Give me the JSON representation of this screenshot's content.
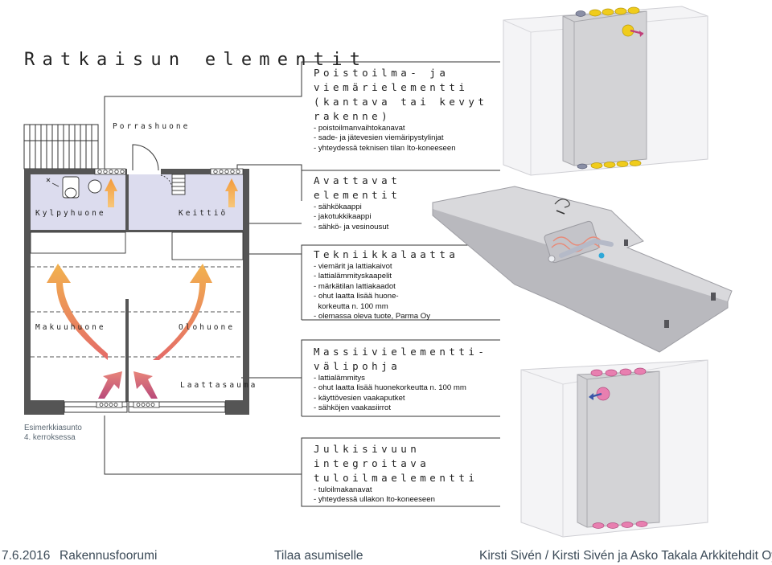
{
  "title": "Ratkaisun elementit",
  "rooms": {
    "stairs": "Porrashuone",
    "bathroom": "Kylpyhuone",
    "kitchen": "Keittiö",
    "bedroom": "Makuuhuone",
    "living": "Olohuone",
    "joint": "Laattasauma"
  },
  "plan_note": {
    "line1": "Esimerkkiasunto",
    "line2": "4. kerroksessa"
  },
  "sections": [
    {
      "heading": [
        "Poistoilma- ja",
        "viemärielementti",
        "(kantava tai kevyt",
        "rakenne)"
      ],
      "bullets": [
        "- poistoilmanvaihtokanavat",
        "- sade- ja jätevesien viemäripystylinjat",
        "- yhteydessä teknisen tilan Ito-koneeseen"
      ]
    },
    {
      "heading": [
        "Avattavat",
        "elementit"
      ],
      "bullets": [
        "- sähkökaappi",
        "- jakotukkikaappi",
        "- sähkö- ja vesinousut"
      ]
    },
    {
      "heading": [
        "Tekniikkalaatta"
      ],
      "bullets": [
        "- viemärit ja lattiakaivot",
        "- lattialämmityskaapelit",
        "- märkätilan lattiakaadot",
        "- ohut laatta lisää huone-",
        "  korkeutta n. 100 mm",
        "- olemassa oleva tuote, Parma Oy"
      ]
    },
    {
      "heading": [
        "Massiivielementti-",
        "välipohja"
      ],
      "bullets": [
        "- lattialämmitys",
        "- ohut laatta lisää huonekorkeutta n. 100 mm",
        "- käyttövesien vaakaputket",
        "- sähköjen vaakasiirrot"
      ]
    },
    {
      "heading": [
        "Julkisivuun",
        "integroitava",
        "tuloilmaelementti"
      ],
      "bullets": [
        "- tuloilmakanavat",
        "- yhteydessä ullakon Ito-koneeseen"
      ]
    }
  ],
  "footer": {
    "date": "7.6.2016",
    "event": "Rakennusfoorumi",
    "topic": "Tilaa asumiselle",
    "authors": "Kirsti Sivén / Kirsti Sivén ja Asko Takala Arkkitehdit Oy"
  },
  "colors": {
    "wet_zone": "#dcdcee",
    "arrow_warm": "#e88472",
    "arrow_pink": "#c0506e",
    "pipe_yellow": "#f0cc1c",
    "pipe_pink": "#e87fb0",
    "panel_grey": "#d6d6d8"
  }
}
